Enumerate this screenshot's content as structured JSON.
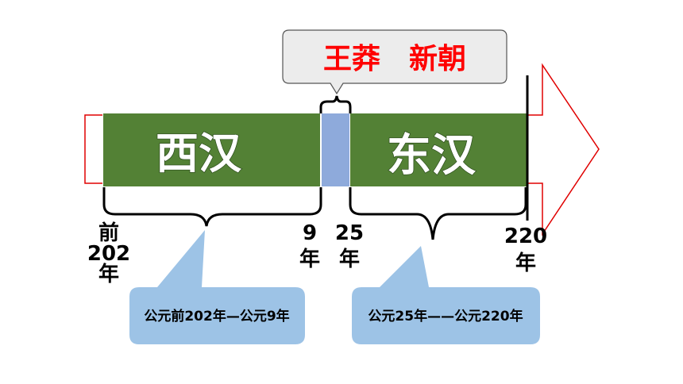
{
  "periods": {
    "western_han": "西汉",
    "eastern_han": "东汉"
  },
  "interregnum": {
    "label": "王莽　新朝"
  },
  "years": {
    "start_prefix": "前",
    "start_num": "202",
    "start_unit": "年",
    "nine_num": "9",
    "nine_unit": "年",
    "twentyfive_num": "25",
    "twentyfive_unit": "年",
    "end_num": "220",
    "end_unit": "年"
  },
  "callouts": {
    "western": "公元前202年—公元9年",
    "eastern": "公元25年——公元220年"
  },
  "colors": {
    "han_green": "#538135",
    "xin_blue": "#8eaadb",
    "callout_blue": "#9dc3e6",
    "arrow_red": "#e00000",
    "title_red": "#ff0000"
  }
}
